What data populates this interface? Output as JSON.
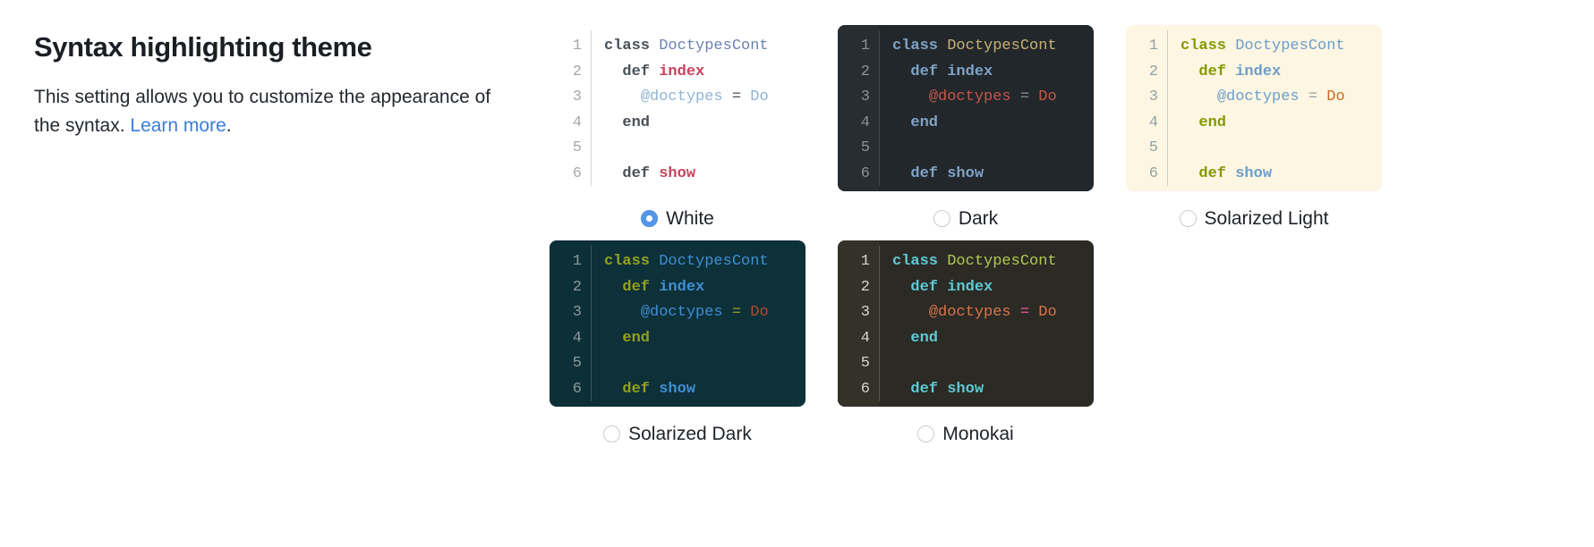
{
  "heading": "Syntax highlighting theme",
  "description": {
    "before": "This setting allows you to customize the appearance of the syntax. ",
    "link": "Learn more",
    "after": "."
  },
  "code_sample": {
    "line_numbers": [
      "1",
      "2",
      "3",
      "4",
      "5",
      "6"
    ],
    "lines": [
      [
        {
          "t": "class ",
          "c": "keyword"
        },
        {
          "t": "DoctypesCont",
          "c": "class-name"
        }
      ],
      [
        {
          "t": "  def ",
          "c": "keyword"
        },
        {
          "t": "index",
          "c": "function"
        }
      ],
      [
        {
          "t": "    ",
          "c": "plain"
        },
        {
          "t": "@doctypes",
          "c": "ivar"
        },
        {
          "t": " = ",
          "c": "operator"
        },
        {
          "t": "Do",
          "c": "constant"
        }
      ],
      [
        {
          "t": "  end",
          "c": "keyword"
        }
      ],
      [
        {
          "t": "",
          "c": "plain"
        }
      ],
      [
        {
          "t": "  def ",
          "c": "keyword"
        },
        {
          "t": "show",
          "c": "function"
        }
      ]
    ]
  },
  "themes": [
    {
      "id": "white",
      "label": "White",
      "selected": true,
      "colors": {
        "background": "#ffffff",
        "gutter_bg": "#ffffff",
        "gutter_text": "#a8a8a8",
        "gutter_border": "#d8d8d8",
        "keyword": "#4a5057",
        "class-name": "#6a82b3",
        "function": "#c7435b",
        "ivar": "#8fb4d4",
        "operator": "#4a5057",
        "constant": "#8fb4d4",
        "plain": "#4a5057"
      }
    },
    {
      "id": "dark",
      "label": "Dark",
      "selected": false,
      "colors": {
        "background": "#22272b",
        "gutter_bg": "#282d31",
        "gutter_text": "#8a9199",
        "gutter_border": "#414950",
        "keyword": "#7fa3c7",
        "class-name": "#c8b273",
        "function": "#7fa3c7",
        "ivar": "#c4564a",
        "operator": "#8a9199",
        "constant": "#c4564a",
        "plain": "#c9d1d9"
      }
    },
    {
      "id": "solarized-light",
      "label": "Solarized Light",
      "selected": false,
      "colors": {
        "background": "#fdf6e3",
        "gutter_bg": "#fdf6e3",
        "gutter_text": "#93a1a1",
        "gutter_border": "#c5cfcf",
        "keyword": "#859900",
        "class-name": "#6c9ec9",
        "function": "#6c9ec9",
        "ivar": "#6c9ec9",
        "operator": "#93a1a1",
        "constant": "#cb6a22",
        "plain": "#657b83"
      }
    },
    {
      "id": "solarized-dark",
      "label": "Solarized Dark",
      "selected": false,
      "colors": {
        "background": "#0d3039",
        "gutter_bg": "#0d2f38",
        "gutter_text": "#8a9a9a",
        "gutter_border": "#3a5760",
        "keyword": "#93a01a",
        "class-name": "#3f8fd4",
        "function": "#3f8fd4",
        "ivar": "#3f8fd4",
        "operator": "#93a01a",
        "constant": "#b04a30",
        "plain": "#93a1a1"
      }
    },
    {
      "id": "monokai",
      "label": "Monokai",
      "selected": false,
      "colors": {
        "background": "#2b2a25",
        "gutter_bg": "#333229",
        "gutter_text": "#d6d4c8",
        "gutter_border": "#56544a",
        "keyword": "#5ec9d4",
        "class-name": "#b0c94e",
        "function": "#5ec9d4",
        "ivar": "#d8744a",
        "operator": "#e8569a",
        "constant": "#d8744a",
        "plain": "#f8f8f2"
      }
    }
  ],
  "layout": {
    "rows": [
      [
        "white",
        "dark",
        "solarized-light"
      ],
      [
        "solarized-dark",
        "monokai"
      ]
    ]
  }
}
